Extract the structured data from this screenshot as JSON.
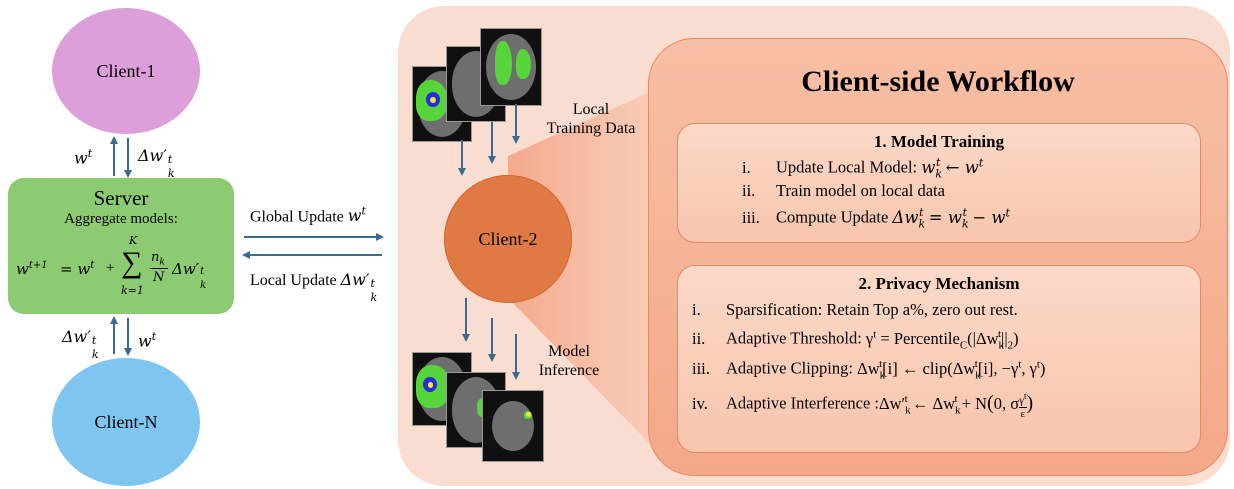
{
  "clients": {
    "client1": "Client-1",
    "client2": "Client-2",
    "clientN": "Client-N"
  },
  "server": {
    "title": "Server",
    "subtitle": "Aggregate models:",
    "formula_lhs": "w",
    "formula_lhs_sup": "t+1",
    "formula_eq": "= w",
    "formula_eq_sup": "t",
    "formula_plus": "+",
    "sum_top": "K",
    "sum_symbol": "∑",
    "sum_bottom": "k=1",
    "frac_num": "n",
    "frac_num_sub": "k",
    "frac_den": "N",
    "delta_term": "Δw′",
    "delta_sup": "t",
    "delta_sub": "k"
  },
  "arrows": {
    "w_symbol": "w",
    "t_sup": "t",
    "dw_symbol": "Δw′",
    "k_sub": "k",
    "global_update": "Global Update ",
    "local_update": "Local Update "
  },
  "panel": {
    "local_training_line1": "Local",
    "local_training_line2": "Training Data",
    "model_inference_line1": "Model",
    "model_inference_line2": "Inference"
  },
  "workflow": {
    "title": "Client-side Workflow",
    "training": {
      "heading": "1.  Model Training",
      "steps": [
        {
          "num": "i.",
          "text": "Update Local Model: "
        },
        {
          "num": "ii.",
          "text": "Train model on local data"
        },
        {
          "num": "iii.",
          "text": "Compute  Update "
        }
      ]
    },
    "privacy": {
      "heading": "2.  Privacy Mechanism",
      "steps": [
        {
          "num": "i.",
          "text": "Sparsification: Retain Top a%, zero out rest."
        },
        {
          "num": "ii.",
          "text": "Adaptive Threshold: "
        },
        {
          "num": "iii.",
          "text": "Adaptive Clipping:  "
        },
        {
          "num": "iv.",
          "text": "Adaptive Interference :"
        }
      ]
    }
  },
  "colors": {
    "client1": "#dd9fd9",
    "client2": "#e07a44",
    "clientN": "#7ec6ef",
    "server": "#8ccb72",
    "panel": "#f9ddd0",
    "arrow": "#3b6a91"
  }
}
